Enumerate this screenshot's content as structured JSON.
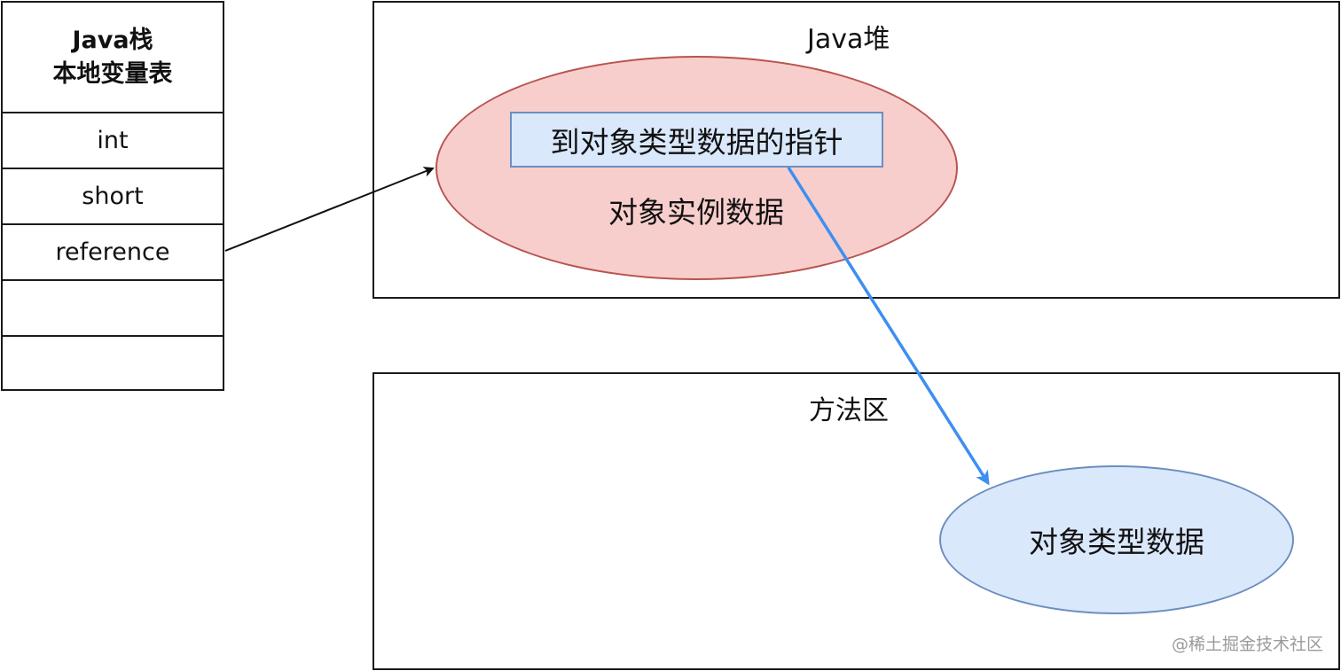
{
  "stack": {
    "title_line1": "Java栈",
    "title_line2": "本地变量表",
    "rows": [
      "int",
      "short",
      "reference",
      "",
      ""
    ]
  },
  "heap": {
    "title": "Java堆",
    "pointer_label": "到对象类型数据的指针",
    "instance_label": "对象实例数据"
  },
  "method_area": {
    "title": "方法区",
    "type_label": "对象类型数据"
  },
  "watermark": "@稀土掘金技术社区",
  "colors": {
    "instance_fill": "#f8cecc",
    "instance_stroke": "#b85450",
    "type_fill": "#dae8fc",
    "type_stroke": "#6c8ebf",
    "pointer_arrow": "#3d8ff0",
    "reference_arrow": "#111111"
  }
}
